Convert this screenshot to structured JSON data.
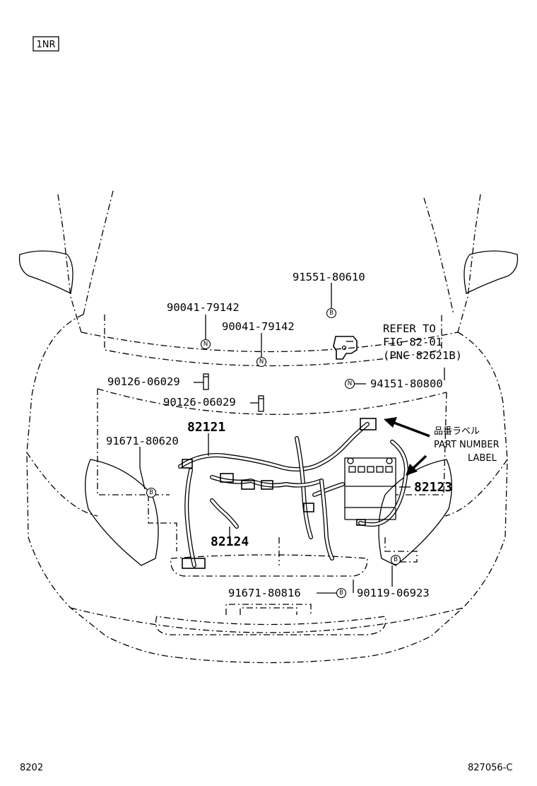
{
  "engine_code": "1NR",
  "page_id": "8202",
  "figure_id": "827056-C",
  "parts": {
    "p_91551_80610": "91551-80610",
    "p_90041_79142_a": "90041-79142",
    "p_90041_79142_b": "90041-79142",
    "p_90126_06029_a": "90126-06029",
    "p_90126_06029_b": "90126-06029",
    "p_94151_80800": "94151-80800",
    "p_91671_80620": "91671-80620",
    "p_82121": "82121",
    "p_82123": "82123",
    "p_82124": "82124",
    "p_91671_80816": "91671-80816",
    "p_90119_06923": "90119-06923"
  },
  "refer": {
    "line1": "REFER TO",
    "line2": "FIG 82-01",
    "line3": "(PNC 82621B)"
  },
  "label_note": {
    "jp": "品番ラベル",
    "en1": "PART NUMBER",
    "en2": "LABEL"
  },
  "markers": {
    "N": "N",
    "B": "B"
  }
}
